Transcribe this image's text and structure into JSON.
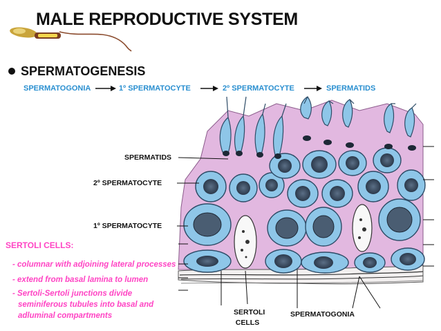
{
  "title": "MALE REPRODUCTIVE SYSTEM",
  "heading": "SPERMATOGENESIS",
  "sequence": {
    "stage1": "SPERMATOGONIA",
    "stage2": "1º SPERMATOCYTE",
    "stage3": "2º SPERMATOCYTE",
    "stage4": "SPERMATIDS"
  },
  "labels": {
    "spermatids": "SPERMATIDS",
    "secondary": "2º SPERMATOCYTE",
    "primary": "1º SPERMATOCYTE",
    "sertoli_line1": "SERTOLI",
    "sertoli_line2": "CELLS",
    "spermatogonia": "SPERMATOGONIA"
  },
  "sertoli": {
    "title": "SERTOLI CELLS:",
    "note1": "- columnar with adjoining lateral processes",
    "note2": "- extend from basal lamina to lumen",
    "note3a": "- Sertoli-Sertoli junctions divide",
    "note3b": "seminiferous tubules into basal and",
    "note3c": "adluminal compartments"
  },
  "icons": {
    "sperm": "sperm-icon",
    "arrow": "right-arrow-icon"
  },
  "colors": {
    "cell_blue": "#8ec6e8",
    "sertoli_pink": "#e2b8e0",
    "stage_text": "#2a8fd0",
    "note_text": "#ff44c4"
  }
}
